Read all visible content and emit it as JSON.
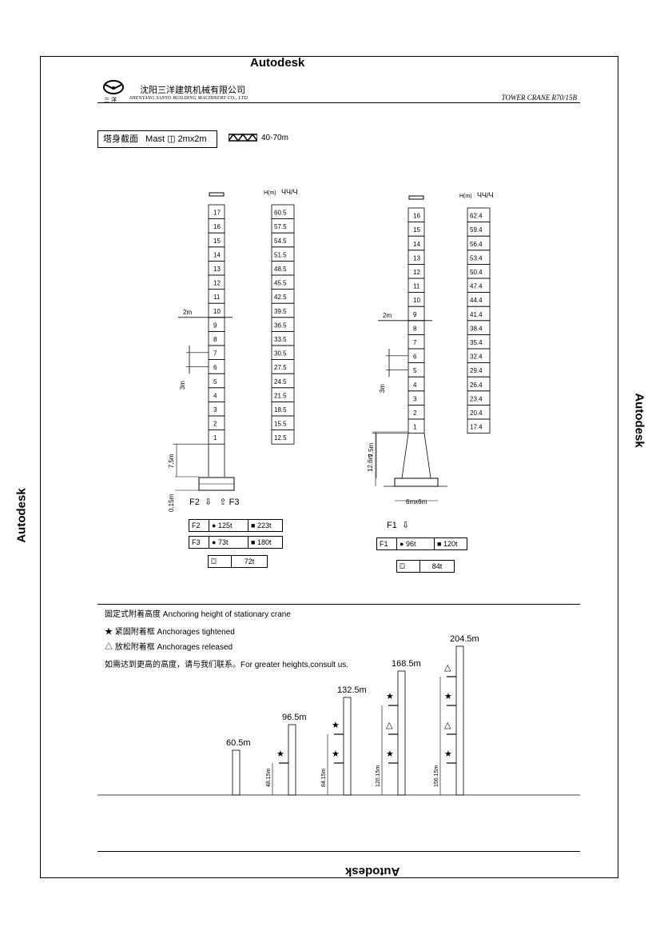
{
  "watermark": {
    "text": "Autodesk"
  },
  "header": {
    "company_cn": "沈阳三洋建筑机械有限公司",
    "company_en": "SHENYANG SANYO BUILDING MACHINERY CO., LTD",
    "logo_sub": "三 洋",
    "model": "TOWER CRANE R70/15B"
  },
  "mast": {
    "label": "塔身截面",
    "section": "Mast ◫ 2mx2m",
    "range": "40-70m"
  },
  "left_tower": {
    "h_header": "H(m)",
    "sections": [
      "17",
      "16",
      "15",
      "14",
      "13",
      "12",
      "11",
      "10",
      "9",
      "8",
      "7",
      "6",
      "5",
      "4",
      "3",
      "2",
      "1"
    ],
    "heights": [
      "60.5",
      "57.5",
      "54.5",
      "51.5",
      "48.5",
      "45.5",
      "42.5",
      "39.5",
      "36.5",
      "33.5",
      "30.5",
      "27.5",
      "24.5",
      "21.5",
      "18.5",
      "15.5",
      "12.5"
    ],
    "dim_width": "2m",
    "dim_section": "3m",
    "dim_base": "7.5m",
    "dim_foot": "0.15m",
    "forces_label": "F2",
    "forces_label2": "F3",
    "rows": [
      {
        "label": "F2",
        "a": "125t",
        "b": "223t"
      },
      {
        "label": "F3",
        "a": "73t",
        "b": "180t"
      }
    ],
    "ballast": "72t"
  },
  "right_tower": {
    "h_header": "H(m)",
    "sections": [
      "16",
      "15",
      "14",
      "13",
      "12",
      "11",
      "10",
      "9",
      "8",
      "7",
      "6",
      "5",
      "4",
      "3",
      "2",
      "1"
    ],
    "heights": [
      "62.4",
      "59.4",
      "56.4",
      "53.4",
      "50.4",
      "47.4",
      "44.4",
      "41.4",
      "38.4",
      "35.4",
      "32.4",
      "29.4",
      "26.4",
      "23.4",
      "20.4",
      "17.4"
    ],
    "dim_width": "2m",
    "dim_section": "3m",
    "dim_base": "7.5m",
    "dim_total": "12.6m",
    "dim_foot": "6mx6m",
    "force_label": "F1",
    "row": {
      "label": "F1",
      "a": "96t",
      "b": "120t"
    },
    "ballast": "84t"
  },
  "anchoring": {
    "title": "固定式附着高度 Anchoring height of stationary crane",
    "tight": "★ 紧固附着框    Anchorages tightened",
    "released": "△ 放松附着框    Anchorages released",
    "note": "如需达到更高的高度，请与我们联系。For greater heights,consult us.",
    "heights": [
      "60.5m",
      "96.5m",
      "132.5m",
      "168.5m",
      "204.5m"
    ],
    "dims": [
      "48.15m",
      "84.15m",
      "120.15m",
      "156.15m"
    ]
  }
}
